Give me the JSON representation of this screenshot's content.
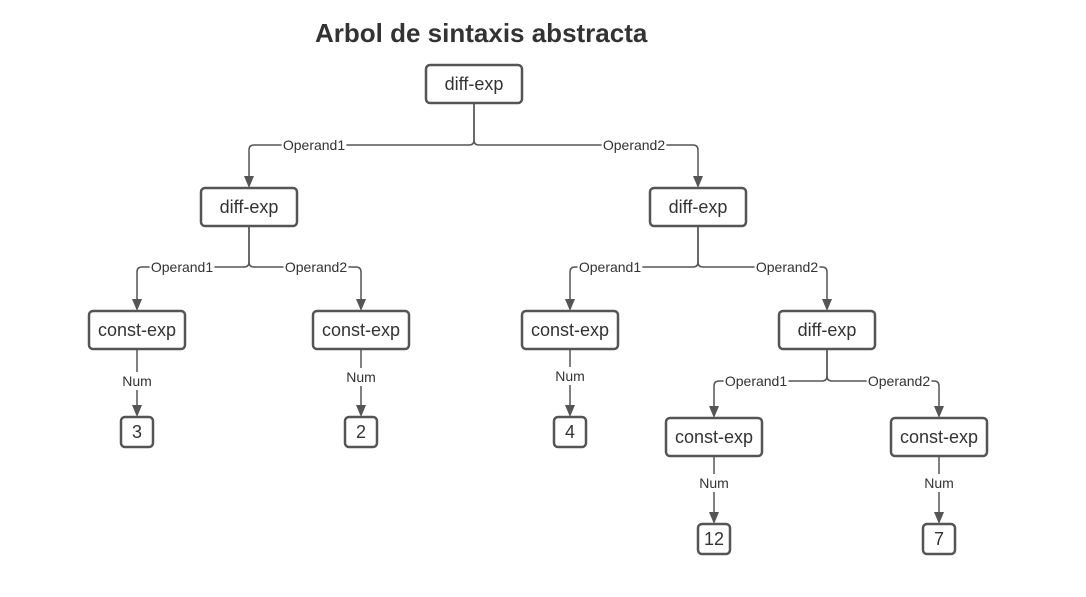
{
  "title": "Arbol de sintaxis abstracta",
  "colors": {
    "stroke": "#555555",
    "text": "#333333",
    "background": "#ffffff"
  },
  "nodes": [
    {
      "id": "n0",
      "label": "diff-exp"
    },
    {
      "id": "n1",
      "label": "diff-exp"
    },
    {
      "id": "n2",
      "label": "diff-exp"
    },
    {
      "id": "n3",
      "label": "const-exp"
    },
    {
      "id": "n4",
      "label": "const-exp"
    },
    {
      "id": "n5",
      "label": "const-exp"
    },
    {
      "id": "n6",
      "label": "diff-exp"
    },
    {
      "id": "n7",
      "label": "3"
    },
    {
      "id": "n8",
      "label": "2"
    },
    {
      "id": "n9",
      "label": "4"
    },
    {
      "id": "n10",
      "label": "const-exp"
    },
    {
      "id": "n11",
      "label": "const-exp"
    },
    {
      "id": "n12",
      "label": "12"
    },
    {
      "id": "n13",
      "label": "7"
    }
  ],
  "edges": [
    {
      "from": "n0",
      "to": "n1",
      "label": "Operand1"
    },
    {
      "from": "n0",
      "to": "n2",
      "label": "Operand2"
    },
    {
      "from": "n1",
      "to": "n3",
      "label": "Operand1"
    },
    {
      "from": "n1",
      "to": "n4",
      "label": "Operand2"
    },
    {
      "from": "n2",
      "to": "n5",
      "label": "Operand1"
    },
    {
      "from": "n2",
      "to": "n6",
      "label": "Operand2"
    },
    {
      "from": "n3",
      "to": "n7",
      "label": "Num"
    },
    {
      "from": "n4",
      "to": "n8",
      "label": "Num"
    },
    {
      "from": "n5",
      "to": "n9",
      "label": "Num"
    },
    {
      "from": "n6",
      "to": "n10",
      "label": "Operand1"
    },
    {
      "from": "n6",
      "to": "n11",
      "label": "Operand2"
    },
    {
      "from": "n10",
      "to": "n12",
      "label": "Num"
    },
    {
      "from": "n11",
      "to": "n13",
      "label": "Num"
    }
  ]
}
